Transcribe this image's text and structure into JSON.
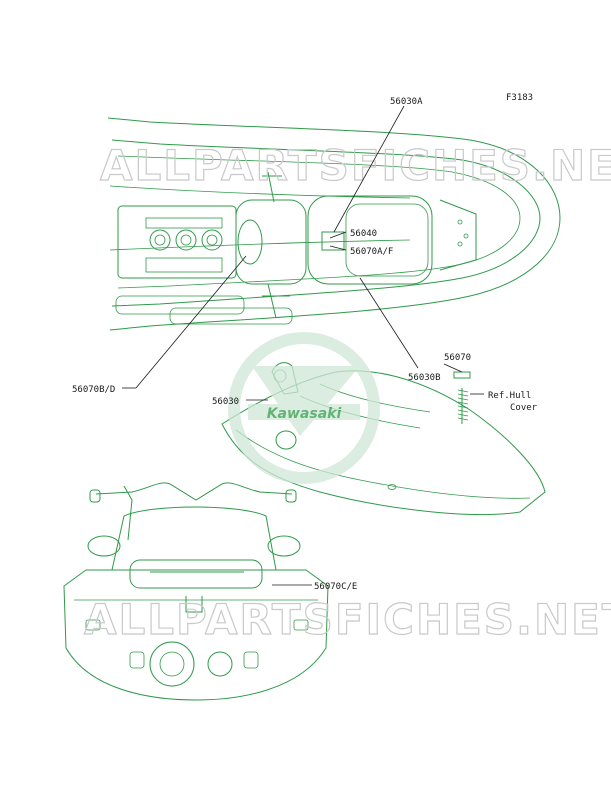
{
  "figure_id": "F3183",
  "watermark": "ALLPARTSFICHES.NET",
  "brand_logo": "Kawasaki",
  "callouts": [
    {
      "id": "c-56030A",
      "text": "56030A"
    },
    {
      "id": "c-56040",
      "text": "56040"
    },
    {
      "id": "c-56070AF",
      "text": "56070A/F"
    },
    {
      "id": "c-56030B",
      "text": "56030B"
    },
    {
      "id": "c-56070BD",
      "text": "56070B/D"
    },
    {
      "id": "c-56070",
      "text": "56070"
    },
    {
      "id": "c-56030",
      "text": "56030"
    },
    {
      "id": "c-refhull-1",
      "text": "Ref.Hull"
    },
    {
      "id": "c-refhull-2",
      "text": "Cover"
    },
    {
      "id": "c-56070CE",
      "text": "56070C/E"
    }
  ],
  "colors": {
    "line": "#2f9a4a",
    "text": "#1a1a1a",
    "watermark": "#c9c9c9"
  }
}
